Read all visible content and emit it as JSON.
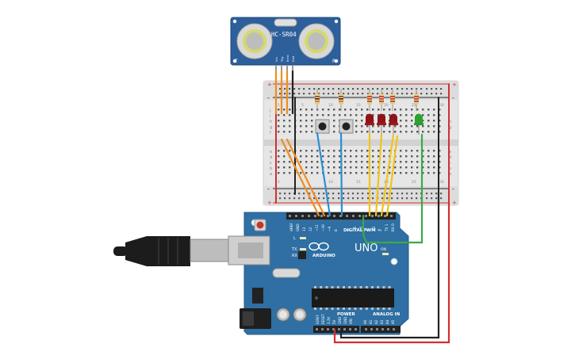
{
  "sensor": {
    "model": "HC-SR04",
    "left_mark": "T",
    "right_mark": "R",
    "pins": [
      "Vcc",
      "Trig",
      "Echo",
      "Gnd"
    ]
  },
  "breadboard": {
    "col_numbers": [
      "1",
      "5",
      "10",
      "15",
      "20",
      "25",
      "30"
    ],
    "row_letters_top": [
      "j",
      "i",
      "h",
      "g",
      "f"
    ],
    "row_letters_bottom": [
      "e",
      "d",
      "c",
      "b",
      "a"
    ],
    "rail_plus": "+",
    "rail_minus": "-"
  },
  "arduino": {
    "brand": "ARDUINO",
    "model": "UNO",
    "on_label": "ON",
    "digital_label": "DIGITAL",
    "pwm_label": "PWM ~",
    "power_label": "POWER",
    "analog_label": "ANALOG IN",
    "led_l": "L",
    "led_tx": "TX",
    "led_rx": "RX",
    "top_pin_labels": [
      "AREF",
      "GND",
      "13",
      "12",
      "~11",
      "~10",
      "~9",
      "8",
      "7",
      "~6",
      "~5",
      "4",
      "~3",
      "2",
      "TX 1",
      "RX 0"
    ],
    "power_pin_labels": [
      "IOREF",
      "RESET",
      "3.3V",
      "5V",
      "GND",
      "GND",
      "VIN"
    ],
    "analog_pin_labels": [
      "A0",
      "A1",
      "A2",
      "A3",
      "A4",
      "A5"
    ]
  },
  "colors": {
    "board_blue": "#2f6fa3",
    "breadboard": "#e6e6e6",
    "wire_orange": "#f08c1e",
    "wire_blue": "#2a8fd0",
    "wire_yellow": "#f2c318",
    "wire_green": "#3aa84a",
    "wire_red": "#d32f2f",
    "wire_black": "#222222",
    "led_red": "#8e1418",
    "led_green": "#2aa32e"
  }
}
